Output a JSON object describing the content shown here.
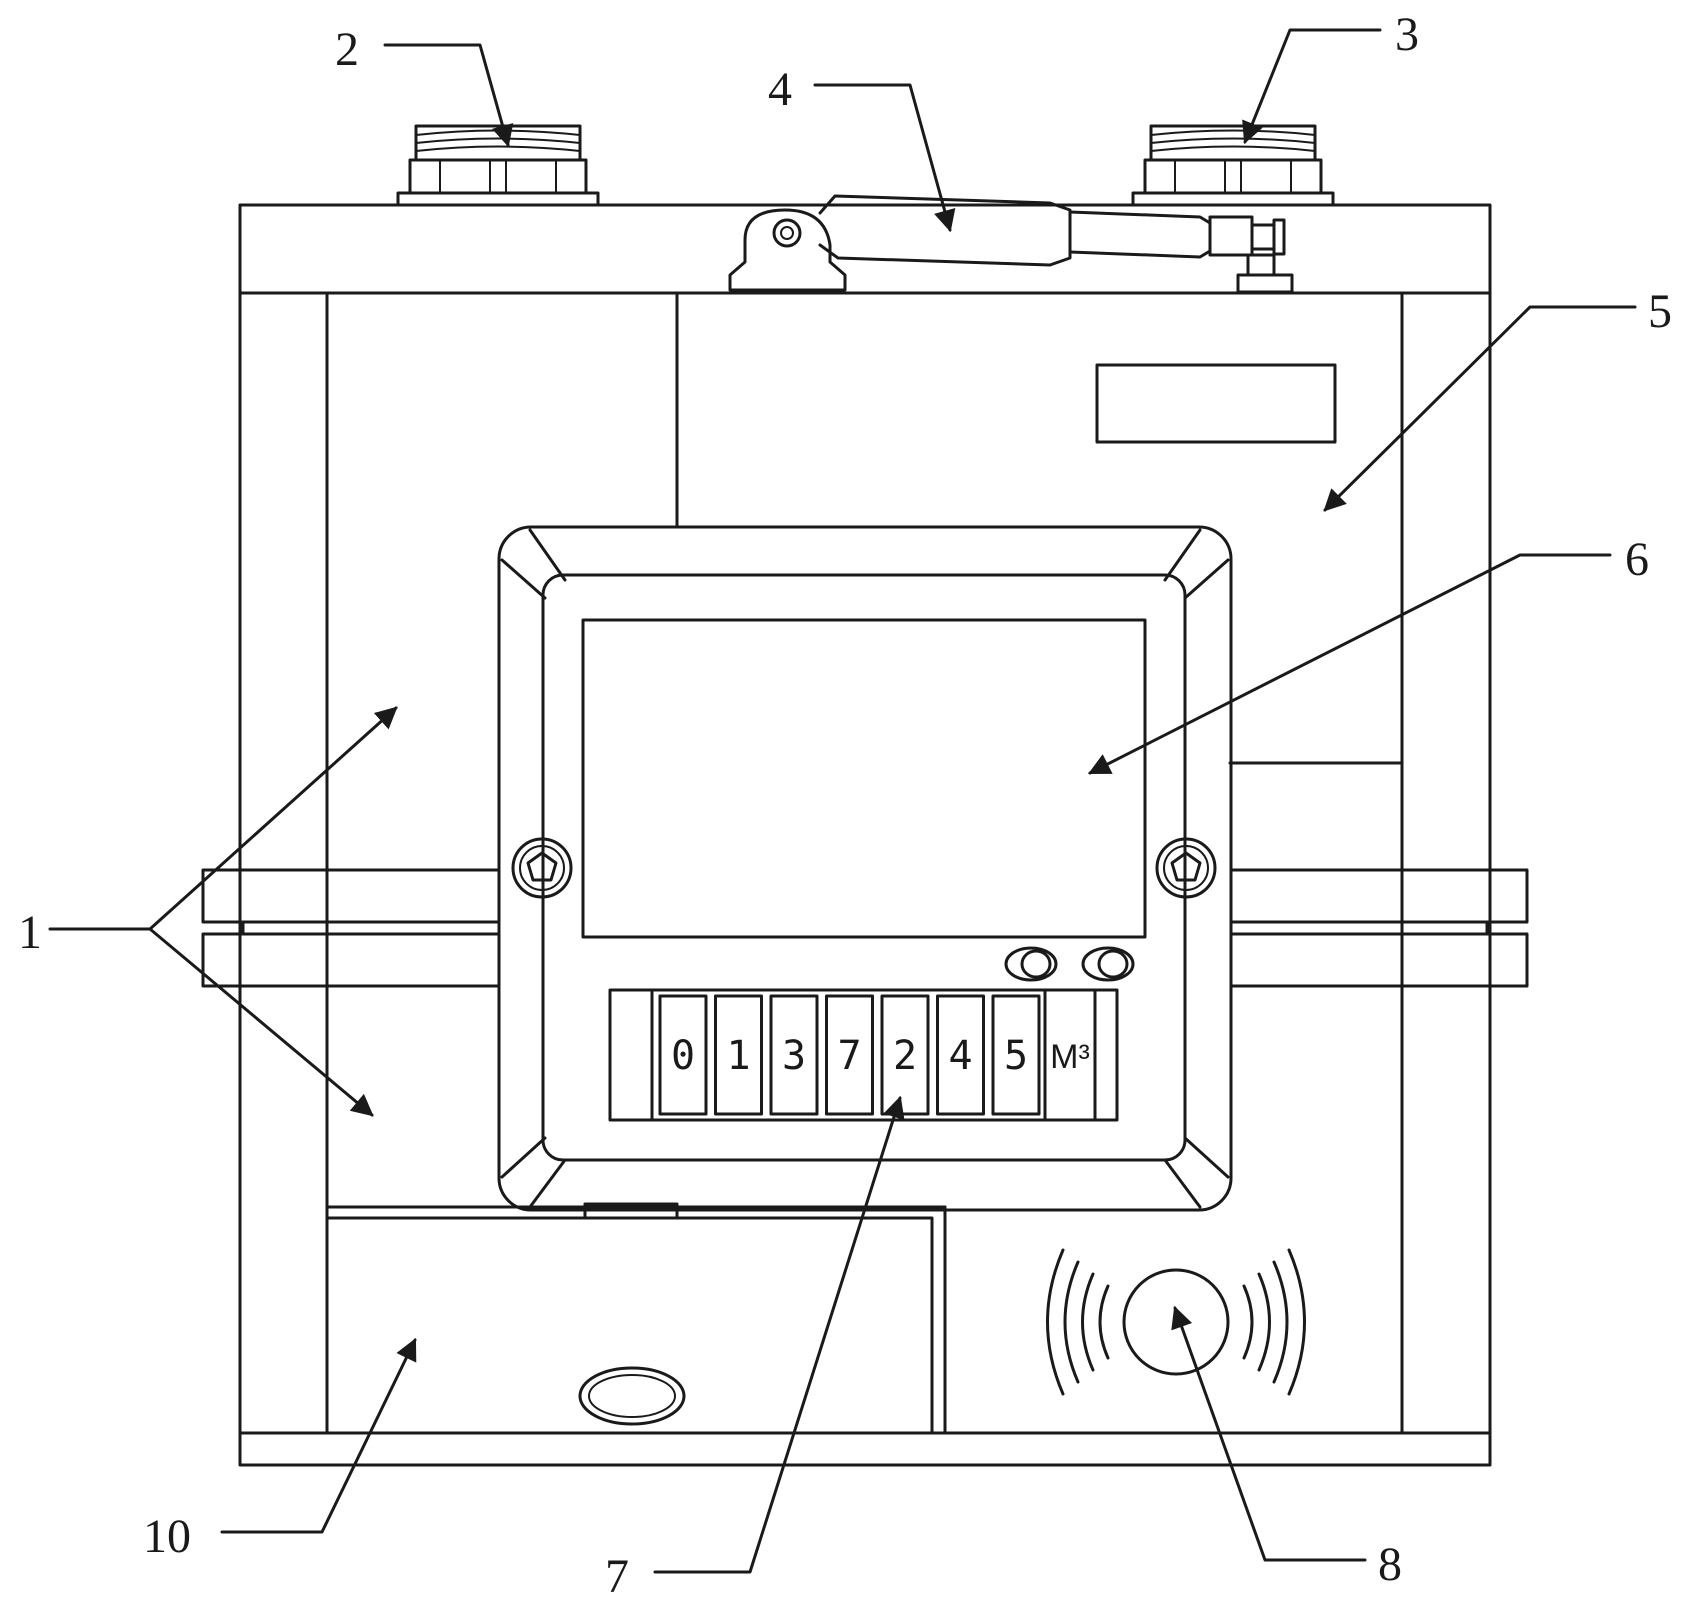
{
  "labels": {
    "l1": "1",
    "l2": "2",
    "l3": "3",
    "l4": "4",
    "l5": "5",
    "l6": "6",
    "l7": "7",
    "l8": "8",
    "l10": "10"
  },
  "counter": {
    "digits": [
      "0",
      "1",
      "3",
      "7",
      "2",
      "4",
      "5"
    ],
    "unit": "M³"
  }
}
